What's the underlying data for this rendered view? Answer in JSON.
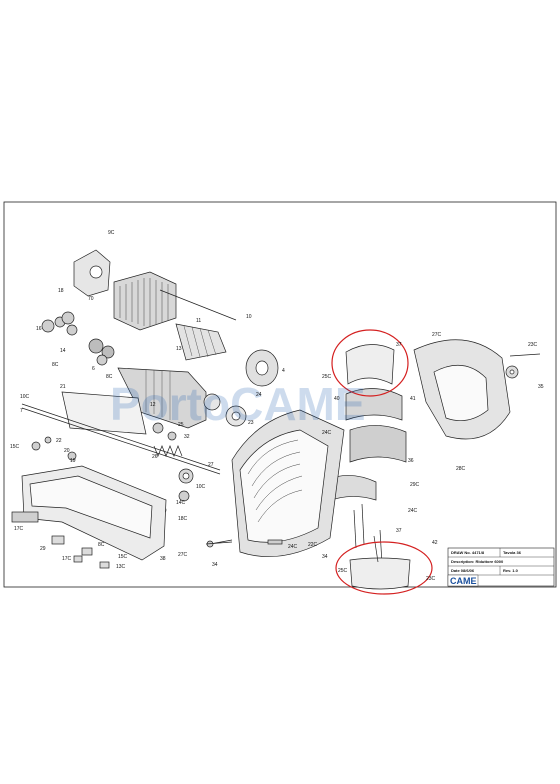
{
  "diagram": {
    "watermark": "PortoCAME",
    "logo_text": "CAME",
    "title_block": {
      "draw_no": "DRAW No. 4471/8",
      "tavola": "Tavola 36",
      "description": "Description: Riduttore 6000",
      "date": "Date 08/6/06",
      "rev": "Rev. 1.0"
    },
    "callouts": [
      {
        "id": "c1",
        "label": "9C"
      },
      {
        "id": "c2",
        "label": "18"
      },
      {
        "id": "c3",
        "label": "70"
      },
      {
        "id": "c4",
        "label": "10"
      },
      {
        "id": "c5",
        "label": "11"
      },
      {
        "id": "c6",
        "label": "16"
      },
      {
        "id": "c7",
        "label": "13"
      },
      {
        "id": "c8",
        "label": "4"
      },
      {
        "id": "c9",
        "label": "14"
      },
      {
        "id": "c10",
        "label": "8C"
      },
      {
        "id": "c11",
        "label": "6"
      },
      {
        "id": "c12",
        "label": "8C"
      },
      {
        "id": "c13",
        "label": "12"
      },
      {
        "id": "c14",
        "label": "21"
      },
      {
        "id": "c15",
        "label": "10C"
      },
      {
        "id": "c16",
        "label": "23"
      },
      {
        "id": "c17",
        "label": "7"
      },
      {
        "id": "c18",
        "label": "15C"
      },
      {
        "id": "c19",
        "label": "22"
      },
      {
        "id": "c20",
        "label": "20"
      },
      {
        "id": "c21",
        "label": "19"
      },
      {
        "id": "c22",
        "label": "17C"
      },
      {
        "id": "c23",
        "label": "25"
      },
      {
        "id": "c24",
        "label": "32"
      },
      {
        "id": "c25",
        "label": "24"
      },
      {
        "id": "c26",
        "label": "26"
      },
      {
        "id": "c27",
        "label": "10C"
      },
      {
        "id": "c28",
        "label": "14C"
      },
      {
        "id": "c29",
        "label": "27"
      },
      {
        "id": "c30",
        "label": "18C"
      },
      {
        "id": "c31",
        "label": "8C"
      },
      {
        "id": "c32",
        "label": "15C"
      },
      {
        "id": "c33",
        "label": "29"
      },
      {
        "id": "c34",
        "label": "17C"
      },
      {
        "id": "c35",
        "label": "13C"
      },
      {
        "id": "c36",
        "label": "38"
      },
      {
        "id": "c37",
        "label": "27C"
      },
      {
        "id": "c38",
        "label": "34"
      },
      {
        "id": "c39",
        "label": "24C"
      },
      {
        "id": "c40",
        "label": "22C"
      },
      {
        "id": "c41",
        "label": "37"
      },
      {
        "id": "c42",
        "label": "25C"
      },
      {
        "id": "c43",
        "label": "40"
      },
      {
        "id": "c44",
        "label": "24C"
      },
      {
        "id": "c45",
        "label": "41"
      },
      {
        "id": "c46",
        "label": "23C"
      },
      {
        "id": "c47",
        "label": "35"
      },
      {
        "id": "c48",
        "label": "27C"
      },
      {
        "id": "c49",
        "label": "28C"
      },
      {
        "id": "c50",
        "label": "36"
      },
      {
        "id": "c51",
        "label": "29C"
      },
      {
        "id": "c52",
        "label": "24C"
      },
      {
        "id": "c53",
        "label": "37"
      },
      {
        "id": "c54",
        "label": "23C"
      },
      {
        "id": "c55",
        "label": "42"
      },
      {
        "id": "c56",
        "label": "25C"
      },
      {
        "id": "c57",
        "label": "34"
      }
    ]
  }
}
